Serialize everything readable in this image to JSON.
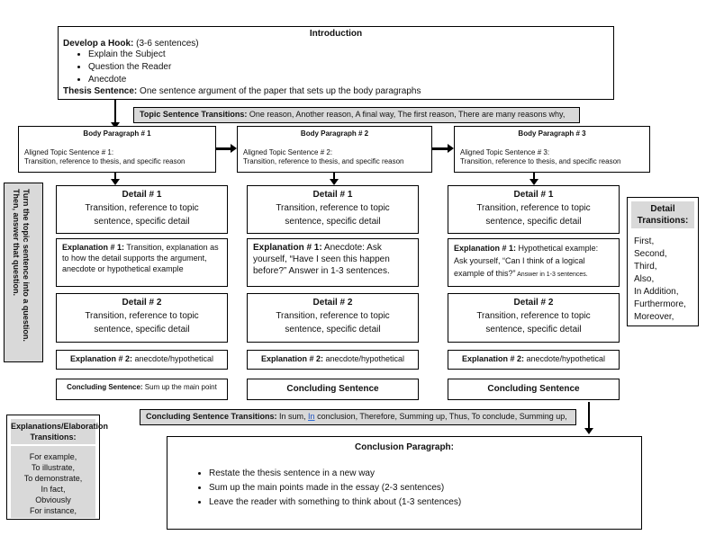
{
  "intro": {
    "title": "Introduction",
    "hook_label": "Develop a Hook:",
    "hook_note": " (3-6 sentences)",
    "bullets": [
      "Explain the Subject",
      "Question the Reader",
      "Anecdote"
    ],
    "thesis_label": "Thesis Sentence:",
    "thesis_text": " One sentence argument of the paper that sets up the body paragraphs"
  },
  "topic_transitions": {
    "label": "Topic Sentence Transitions:",
    "text": " One reason, Another reason, A final way, The first reason, There are many reasons why,"
  },
  "side_left": {
    "text": "Turn the topic sentence into a question. Then, answer that question."
  },
  "body": [
    {
      "title": "Body Paragraph # 1",
      "aligned": "Aligned Topic Sentence # 1:",
      "aligned_detail": "Transition, reference to thesis, and specific reason",
      "detail1_title": "Detail # 1",
      "detail1_line1": "Transition, reference to topic",
      "detail1_line2": "sentence, specific detail",
      "expl1_label": "Explanation # 1:",
      "expl1_text": " Transition, explanation as to how the detail supports the argument, anecdote or hypothetical example",
      "detail2_title": "Detail # 2",
      "detail2_line1": "Transition, reference to topic",
      "detail2_line2": "sentence, specific detail",
      "expl2_label": "Explanation # 2:",
      "expl2_text": " anecdote/hypothetical",
      "concl_label": "Concluding Sentence:",
      "concl_text": " Sum up the main point"
    },
    {
      "title": "Body Paragraph # 2",
      "aligned": "Aligned Topic Sentence # 2:",
      "aligned_detail": "Transition, reference to thesis, and specific reason",
      "detail1_title": "Detail # 1",
      "detail1_line1": "Transition, reference to topic",
      "detail1_line2": "sentence, specific detail",
      "expl1_label": "Explanation # 1:",
      "expl1_text": " Anecdote: Ask yourself, “Have I seen this happen before?”  Answer in 1-3 sentences.",
      "detail2_title": "Detail # 2",
      "detail2_line1": "Transition, reference to topic",
      "detail2_line2": "sentence, specific detail",
      "expl2_label": "Explanation # 2:",
      "expl2_text": " anecdote/hypothetical",
      "concl_title": "Concluding Sentence"
    },
    {
      "title": "Body Paragraph # 3",
      "aligned": "Aligned Topic Sentence # 3:",
      "aligned_detail": "Transition, reference to thesis, and specific reason",
      "detail1_title": "Detail # 1",
      "detail1_line1": "Transition, reference to topic",
      "detail1_line2": "sentence, specific detail",
      "expl1_label": "Explanation # 1:",
      "expl1_text": " Hypothetical example: Ask yourself, “Can I think of a logical example of this?”",
      "expl1_small": " Answer in 1-3 sentences.",
      "detail2_title": "Detail # 2",
      "detail2_line1": "Transition, reference to topic",
      "detail2_line2": "sentence, specific detail",
      "expl2_label": "Explanation # 2:",
      "expl2_text": " anecdote/hypothetical",
      "concl_title": "Concluding Sentence"
    }
  ],
  "detail_transitions": {
    "title": "Detail Transitions:",
    "items": [
      "First,",
      "Second,",
      "Third,",
      "Also,",
      "In Addition,",
      "Furthermore,",
      "Moreover,"
    ]
  },
  "expl_transitions": {
    "title": "Explanations/Elaboration Transitions:",
    "items": [
      "For example,",
      "To illustrate,",
      "To demonstrate,",
      "In fact,",
      "Obviously",
      "For instance,"
    ]
  },
  "concl_transitions": {
    "label": "Concluding Sentence Transitions:",
    "text_before": " In sum, ",
    "text_link": "In",
    "text_after": " conclusion, Therefore, Summing up, Thus, To conclude, Summing up,"
  },
  "conclusion": {
    "title": "Conclusion Paragraph:",
    "bullets": [
      "Restate the thesis sentence in a new way",
      "Sum up the main points made in the essay (2-3 sentences)",
      "Leave the reader with something to think about (1-3 sentences)"
    ]
  }
}
